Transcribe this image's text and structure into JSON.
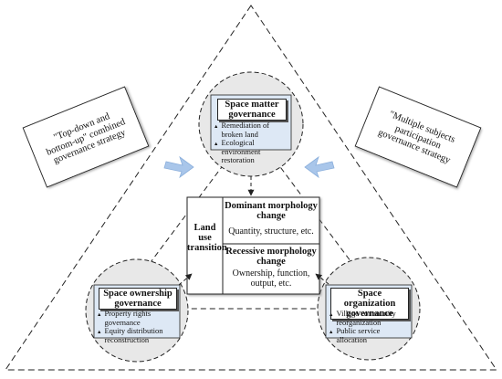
{
  "strategy_left": {
    "lines": [
      "\"Top-down and",
      "bottom-up\" combined",
      "governance strategy"
    ]
  },
  "strategy_right": {
    "lines": [
      "\"Multiple subjects",
      "participation",
      "governance strategy"
    ]
  },
  "nodes": {
    "top": {
      "title_lines": [
        "Space matter",
        "governance"
      ],
      "bullets": [
        "Remediation of broken land",
        "Ecological environment restoration"
      ]
    },
    "left": {
      "title_lines": [
        "Space ownership",
        "governance"
      ],
      "bullets": [
        "Property rights governance",
        "Equity distribution reconstruction"
      ]
    },
    "right": {
      "title_lines": [
        "Space organization",
        "governance"
      ],
      "bullets": [
        "Village community reorganization",
        "Public service allocation"
      ]
    }
  },
  "center": {
    "side_label_lines": [
      "Land",
      "use",
      "transition"
    ],
    "dominant_title_lines": [
      "Dominant morphology",
      "change"
    ],
    "dominant_text": "Quantity, structure, etc.",
    "recessive_title_lines": [
      "Recessive morphology",
      "change"
    ],
    "recessive_text_lines": [
      "Ownership, function,",
      "output, etc."
    ]
  },
  "bullet_marker": "▲",
  "colors": {
    "panel_fill": "#dde8f5",
    "circle_fill": "#e8e8e8",
    "arrow_blue": "#a9c6ea",
    "line": "#222222"
  }
}
